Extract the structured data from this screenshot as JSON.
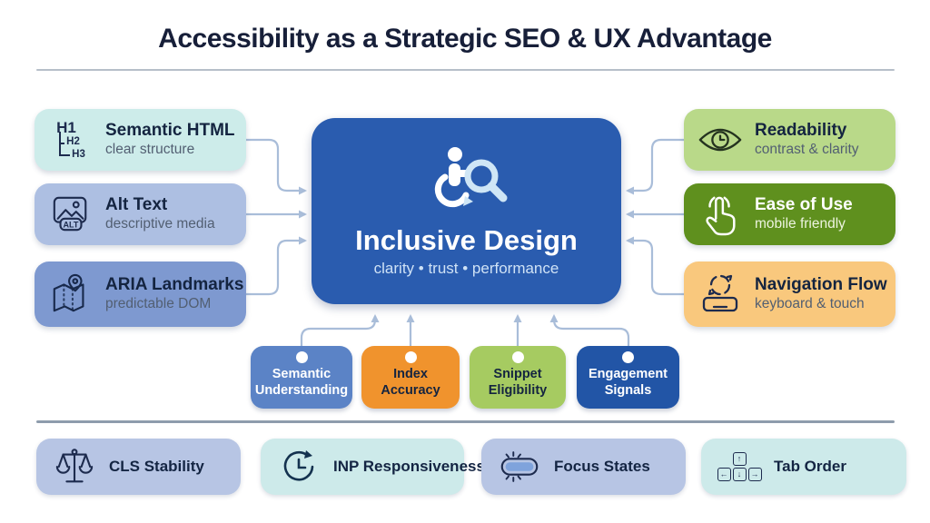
{
  "title": "Accessibility as a Strategic SEO & UX Advantage",
  "center": {
    "title": "Inclusive Design",
    "subtitle": "clarity • trust • performance",
    "bg": "#2a5caf"
  },
  "left_cards": [
    {
      "title": "Semantic HTML",
      "subtitle": "clear structure",
      "icon": "heading-structure-icon",
      "bg": "#cdecea"
    },
    {
      "title": "Alt Text",
      "subtitle": "descriptive media",
      "icon": "alt-text-icon",
      "bg": "#adbfe2"
    },
    {
      "title": "ARIA Landmarks",
      "subtitle": "predictable DOM",
      "icon": "map-landmark-icon",
      "bg": "#7e99d0"
    }
  ],
  "right_cards": [
    {
      "title": "Readability",
      "subtitle": "contrast & clarity",
      "icon": "eye-clock-icon",
      "bg": "#b9d989"
    },
    {
      "title": "Ease of Use",
      "subtitle": "mobile friendly",
      "icon": "tap-gesture-icon",
      "bg": "#5f901e"
    },
    {
      "title": "Navigation Flow",
      "subtitle": "keyboard & touch",
      "icon": "keyboard-target-icon",
      "bg": "#f9c87d"
    }
  ],
  "signal_cards": [
    {
      "line1": "Semantic",
      "line2": "Understanding",
      "bg": "#5b83c6"
    },
    {
      "line1": "Index",
      "line2": "Accuracy",
      "bg": "#f0932d"
    },
    {
      "line1": "Snippet",
      "line2": "Eligibility",
      "bg": "#a6cb61"
    },
    {
      "line1": "Engagement",
      "line2": "Signals",
      "bg": "#2255a6"
    }
  ],
  "footer_cards": [
    {
      "label": "CLS Stability",
      "icon": "balance-scale-icon",
      "bg": "#b7c5e4"
    },
    {
      "label": "INP Responsiveness",
      "icon": "clock-refresh-icon",
      "bg": "#cdeaea"
    },
    {
      "label": "Focus States",
      "icon": "focus-button-icon",
      "bg": "#b7c5e4"
    },
    {
      "label": "Tab Order",
      "icon": "arrow-keys-icon",
      "bg": "#cdeaea"
    }
  ],
  "icons": {
    "heading_levels": {
      "h1": "H1",
      "h2": "H2",
      "h3": "H3"
    },
    "alt_badge": "ALT",
    "arrow_keys": {
      "up": "↑",
      "left": "←",
      "down": "↓",
      "right": "→"
    }
  },
  "colors": {
    "connector": "#a9bdd9",
    "title_text": "#171f39",
    "divider_top": "#b6bfc9",
    "divider_bottom": "#8e9cac",
    "icon_stroke": "#1d2b4e",
    "magnifier": "#cfe6f6",
    "focus_fill": "#7fa3dc"
  }
}
